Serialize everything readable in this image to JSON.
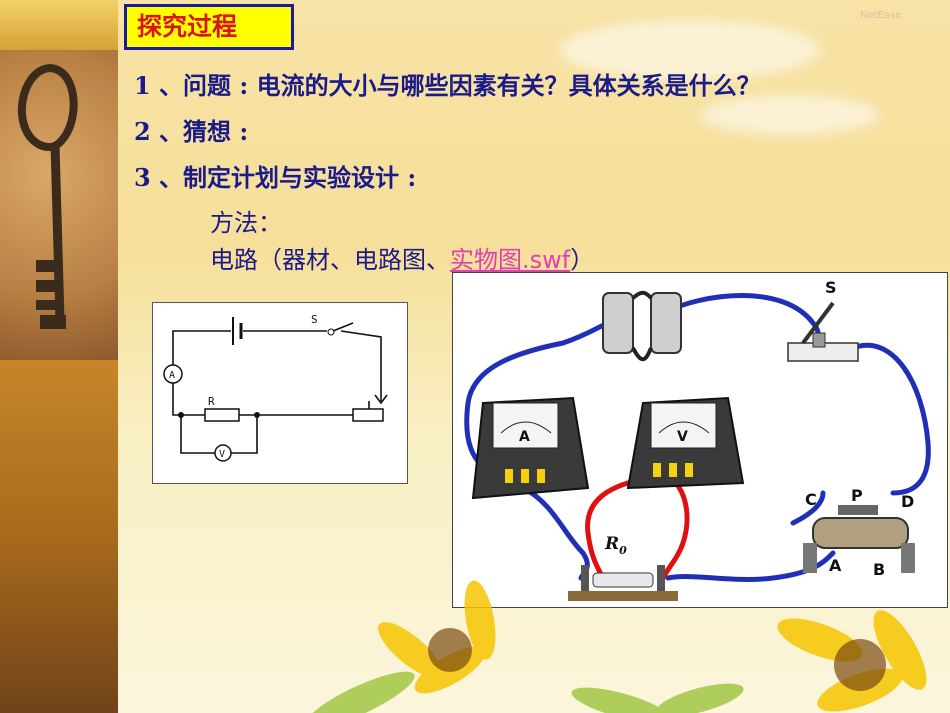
{
  "slide": {
    "title": "探究过程",
    "line1": "1 、问题 : 电流的大小与哪些因素有关？具体关系是什么？",
    "line2": "2 、猜想 :",
    "line3": "3 、制定计划与实验设计 :",
    "method_label": "方法：",
    "circuit_prefix": "电路（器材、电路图、",
    "circuit_link": "实物图.swf",
    "circuit_suffix": "）",
    "logo_text": "NetEase"
  },
  "schematic": {
    "switch_label": "S",
    "ammeter_label": "A",
    "resistor_label": "R",
    "voltmeter_label": "V"
  },
  "photo": {
    "switch_label": "S",
    "resistor_label": "R",
    "resistor_subscript": "0",
    "rheostat_c": "C",
    "rheostat_p": "P",
    "rheostat_d": "D",
    "rheostat_a": "A",
    "rheostat_b": "B",
    "ammeter_face": "A",
    "voltmeter_face": "V"
  },
  "colors": {
    "title_bg": "#ffff00",
    "title_text": "#d8151b",
    "body_text": "#1a1a8a",
    "link": "#e040b0",
    "wire_blue": "#1f2fb8",
    "wire_red": "#e01010"
  }
}
